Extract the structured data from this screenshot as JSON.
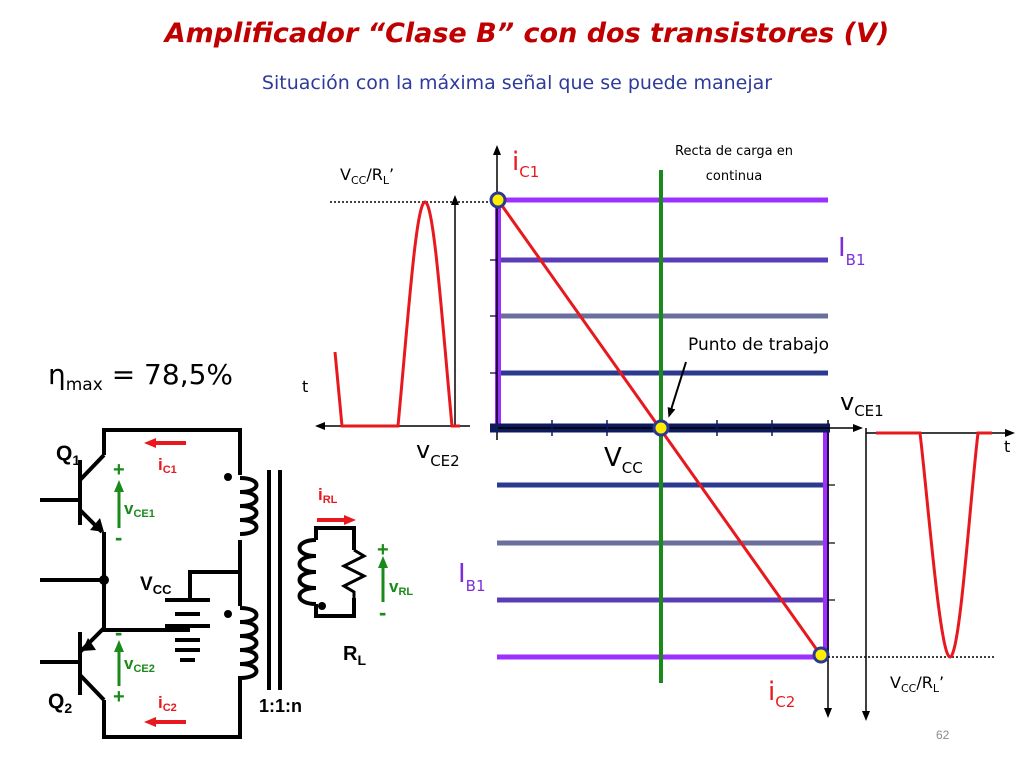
{
  "slide": {
    "title": "Amplificador “Clase B” con dos transistores (V)",
    "subtitle": "Situación con la máxima señal que se puede manejar",
    "page_number": "62"
  },
  "efficiency": {
    "symbol": "η",
    "subscript": "max",
    "value": " = 78,5%"
  },
  "circuit": {
    "transistor_top": {
      "name": "Q",
      "sub": "1"
    },
    "transistor_bottom": {
      "name": "Q",
      "sub": "2"
    },
    "ic1": {
      "main": "i",
      "sub": "C1"
    },
    "ic2": {
      "main": "i",
      "sub": "C2"
    },
    "vce1": {
      "main": "v",
      "sub": "CE1"
    },
    "vce2": {
      "main": "v",
      "sub": "CE2"
    },
    "vcc": {
      "main": "V",
      "sub": "CC"
    },
    "irl": {
      "main": "i",
      "sub": "RL"
    },
    "vrl": {
      "main": "v",
      "sub": "RL"
    },
    "rl": {
      "main": "R",
      "sub": "L"
    },
    "turns_ratio": "1:1:n",
    "plus": "+",
    "minus": "-"
  },
  "graph": {
    "left_peak": {
      "main": "V",
      "sub1": "CC",
      "mid": "/R",
      "sub2": "L",
      "end": "’"
    },
    "right_peak": {
      "main": "V",
      "sub1": "CC",
      "mid": "/R",
      "sub2": "L",
      "end": "’"
    },
    "t_label": "t",
    "ic1_axis": {
      "main": "i",
      "sub": "C1"
    },
    "ic2_axis": {
      "main": "i",
      "sub": "C2"
    },
    "ib1_top": {
      "main": "I",
      "sub": "B1"
    },
    "ib1_bottom": {
      "main": "I",
      "sub": "B1"
    },
    "vce1_axis": {
      "main": "v",
      "sub": "CE1"
    },
    "vce2_axis": {
      "main": "v",
      "sub": "CE2"
    },
    "vcc_axis": {
      "main": "V",
      "sub": "CC"
    },
    "dc_load_line_line1": "Recta de carga en",
    "dc_load_line_line2": "continua",
    "operating_point": "Punto de trabajo"
  },
  "colors": {
    "title": "#c00000",
    "subtitle": "#2e3a9c",
    "red": "#e8191e",
    "green": "#1a8a1a",
    "purple": "#9b30ff",
    "navy": "#2b3990",
    "gray_curve": "#6a6f9e",
    "dark_axis": "#0d1b5c",
    "point_fill": "#ffee00",
    "point_stroke": "#2b3990"
  }
}
